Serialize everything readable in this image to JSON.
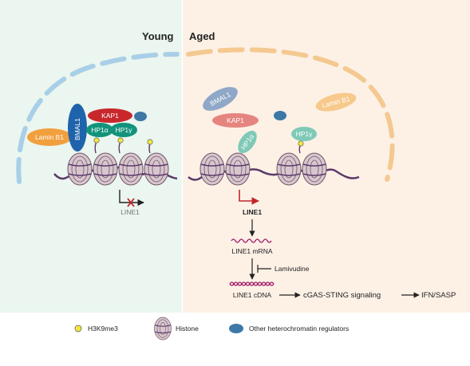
{
  "panels": {
    "young": {
      "title": "Young",
      "bg": "#eaf6ef"
    },
    "aged": {
      "title": "Aged",
      "bg": "#fdf1e6"
    }
  },
  "proteins": {
    "lamin_b1": "Lamin B1",
    "bmal1": "BMAL1",
    "kap1": "KAP1",
    "hp1a": "HP1α",
    "hp1g": "HP1γ"
  },
  "genes": {
    "line1": "LINE1",
    "line1_mrna": "LINE1 mRNA",
    "line1_cdna": "LINE1 cDNA",
    "lamivudine": "Lamivudine",
    "cgas_sting": "cGAS-STING signaling",
    "ifn_sasp": "IFN/SASP"
  },
  "legend": {
    "h3k9me3": "H3K9me3",
    "histone": "Histone",
    "other_regulators": "Other heterochromatin regulators"
  },
  "colors": {
    "nuclear_envelope_young": "#a9cfe8",
    "nuclear_envelope_aged": "#f4c990",
    "lamin_b1": "#f29f3e",
    "lamin_b1_aged": "#f7c98a",
    "bmal1_young": "#1e63ab",
    "bmal1_aged": "#8fa8c7",
    "kap1_young": "#c8272c",
    "kap1_aged": "#e6857f",
    "hp1_young": "#12937c",
    "hp1_aged": "#7fc9b7",
    "other_regulator": "#3d78a6",
    "h3k9me3": "#f2e640",
    "dna": "#5b3a6a",
    "histone": "#c9b5bf",
    "repressed_arrow": "#222222",
    "active_arrow": "#c3242b",
    "x_mark": "#c3242b"
  }
}
